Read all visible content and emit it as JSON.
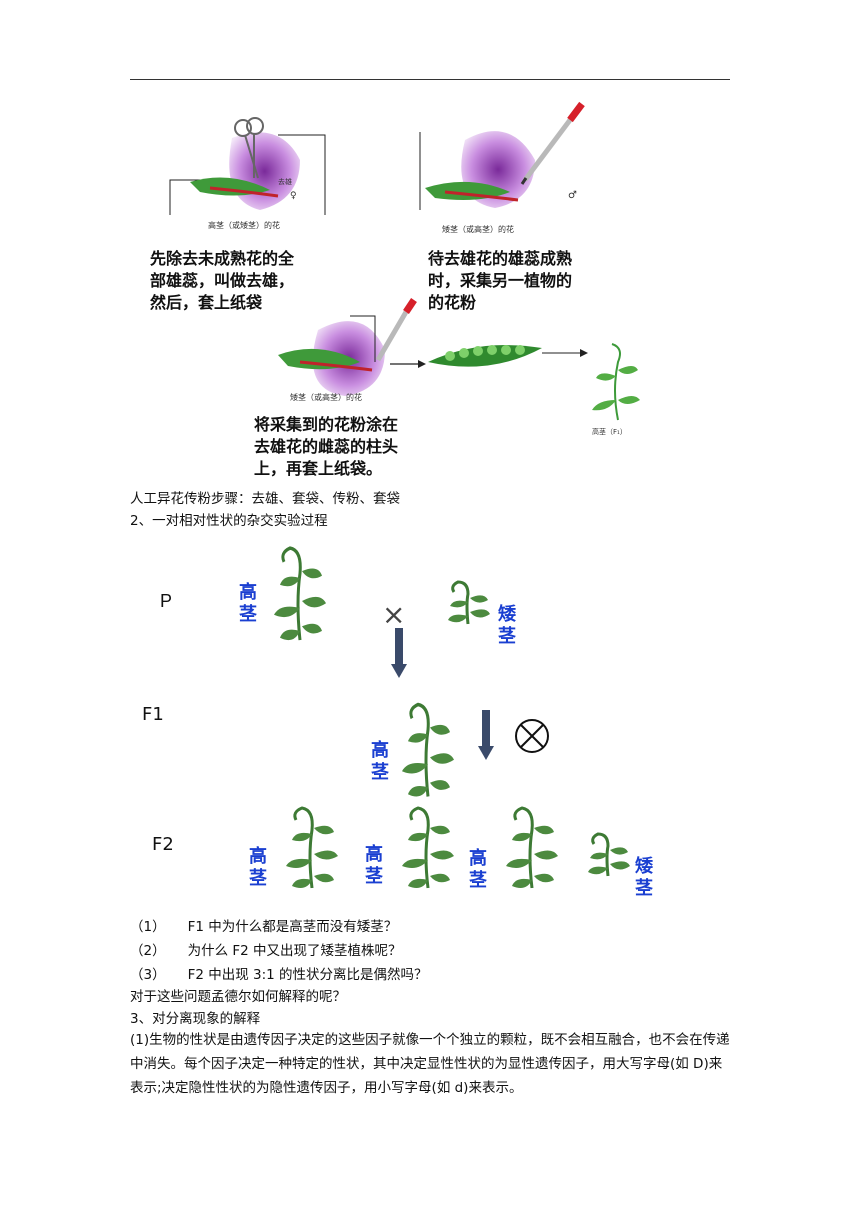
{
  "figure1": {
    "label_top_left": "高茎（或矮茎）的花",
    "label_top_right": "矮茎（或高茎）的花",
    "label_bottom": "矮茎（或高茎）的花",
    "tag_remove": "去雄",
    "female_symbol": "♀",
    "male_symbol": "♂",
    "plant_label": "高茎（F₁）",
    "step1": [
      "先除去未成熟花的全",
      "部雄蕊，叫做去雄，",
      "然后，套上纸袋"
    ],
    "step2": [
      "待去雄花的雄蕊成熟",
      "时，采集另一植物的",
      "的花粉"
    ],
    "step3": [
      "将采集到的花粉涂在",
      "去雄花的雌蕊的柱头",
      "上，再套上纸袋。"
    ]
  },
  "caption1": "人工异花传粉步骤：去雄、套袋、传粉、套袋",
  "heading2": "2、一对相对性状的杂交实验过程",
  "figure2": {
    "gen_p": "P",
    "gen_f1": "F1",
    "gen_f2": "F2",
    "tall": "高茎",
    "short": "矮茎",
    "cross_symbol": "×"
  },
  "questions": [
    {
      "num": "（1）",
      "text": "F1 中为什么都是高茎而没有矮茎？"
    },
    {
      "num": "（2）",
      "text": "为什么 F2 中又出现了矮茎植株呢？"
    },
    {
      "num": "（3）",
      "text": "F2 中出现 3:1 的性状分离比是偶然吗？"
    }
  ],
  "line_question": "对于这些问题孟德尔如何解释的呢？",
  "heading3": "3、对分离现象的解释",
  "paragraph": "(1)生物的性状是由遗传因子决定的这些因子就像一个个独立的颗粒，既不会相互融合，也不会在传递中消失。每个因子决定一种特定的性状，其中决定显性性状的为显性遗传因子，用大写字母(如 D)来表示;决定隐性性状的为隐性遗传因子，用小写字母(如 d)来表示。"
}
